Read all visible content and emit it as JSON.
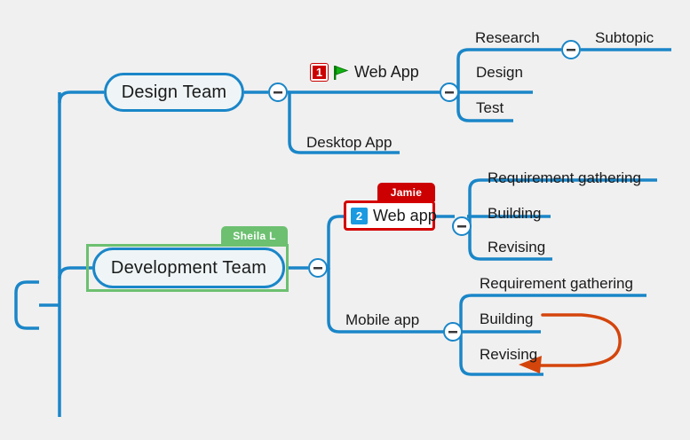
{
  "app": {
    "type": "mind-map",
    "background_color": "#f0f0f0",
    "branch_color": "#1a86c8",
    "relationship_arrow_color": "#d4450c",
    "selection_color": "#6cc070"
  },
  "nodes": {
    "root": {
      "label": "",
      "note": "root topic clipped at left edge"
    },
    "design_team": {
      "label": "Design Team"
    },
    "development_team": {
      "label": "Development Team",
      "tag": "Sheila L",
      "tag_color": "#6cc070",
      "selected": true
    },
    "web_app_design": {
      "label": "Web App",
      "badge": "1",
      "badge_color": "#cc0000",
      "flag": "flag-icon",
      "flag_color": "#12a012"
    },
    "desktop_app": {
      "label": "Desktop App"
    },
    "research": {
      "label": "Research"
    },
    "design": {
      "label": "Design"
    },
    "test": {
      "label": "Test"
    },
    "subtopic": {
      "label": "Subtopic"
    },
    "web_app_dev": {
      "label": "Web app",
      "badge": "2",
      "badge_color": "#1a9ae0",
      "tag": "Jamie",
      "tag_color": "#cc0000",
      "box_color": "#d40000"
    },
    "mobile_app": {
      "label": "Mobile app"
    },
    "web_req_gathering": {
      "label": "Requirement gathering"
    },
    "web_building": {
      "label": "Building"
    },
    "web_revising": {
      "label": "Revising"
    },
    "mob_req_gathering": {
      "label": "Requirement gathering"
    },
    "mob_building": {
      "label": "Building"
    },
    "mob_revising": {
      "label": "Revising"
    }
  },
  "collapse_buttons": {
    "glyph": "minus-icon",
    "count": 6
  }
}
